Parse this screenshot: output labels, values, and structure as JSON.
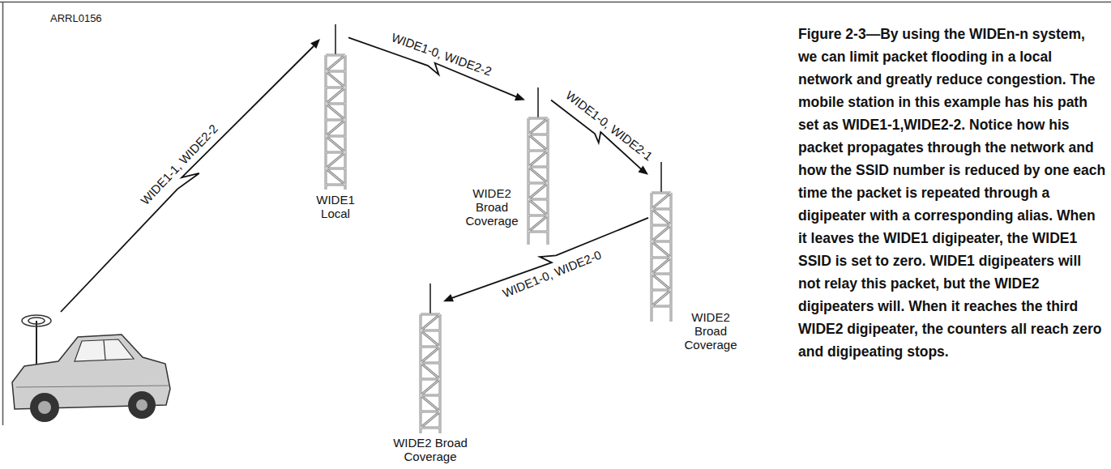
{
  "diagram": {
    "caption": "Figure 2-3—By using the WIDEn-n system, we can limit packet flooding in a local network and greatly reduce congestion. The mobile station in this example has his path set as WIDE1-1,WIDE2-2. Notice how his packet propagates through the network and how the SSID number is reduced by one each time the packet is repeated through a digipeater with a corresponding alias. When it leaves the WIDE1 digipeater, the WIDE1 SSID is set to zero. WIDE1 digipeaters will not relay this packet, but the WIDE2 digipeaters will. When it reaches the third WIDE2 digipeater, the counters all reach zero and digipeating stops.",
    "nodes": [
      {
        "text": [
          "WIDE1 Local"
        ]
      },
      {
        "text": [
          "WIDE2 Broad Coverage"
        ]
      },
      {
        "text": [
          "WIDE2 Broad Coverage"
        ]
      },
      {
        "text": [
          "WIDE2 Broad Coverage"
        ]
      }
    ],
    "edges": [
      {
        "from": 0,
        "to": 1,
        "arrow": "to",
        "label": "WIDE1-0, WIDE2-2"
      },
      {
        "from": 1,
        "to": 2,
        "arrow": "to",
        "label": "WIDE1-0, WIDE2-1"
      },
      {
        "from": 2,
        "to": 3,
        "arrow": "to",
        "label": "WIDE1-0, WIDE2-0"
      }
    ],
    "labels": [
      "ARRL0156",
      "WIDE1-1, WIDE2-2"
    ]
  }
}
